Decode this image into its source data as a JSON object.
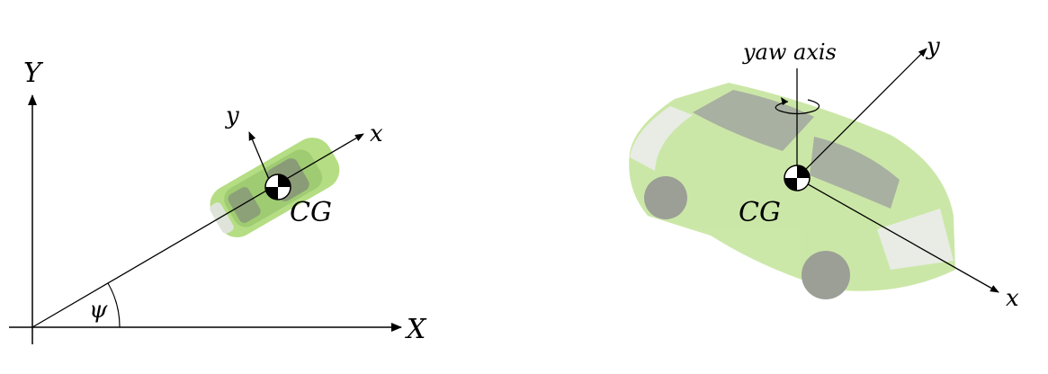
{
  "left_figure": {
    "global_x_label": "X",
    "global_y_label": "Y",
    "body_x_label": "x",
    "body_y_label": "y",
    "angle_label": "ψ",
    "cg_label": "CG"
  },
  "right_figure": {
    "yaw_axis_label": "yaw axis",
    "body_x_label": "x",
    "body_y_label": "y",
    "cg_label": "CG"
  },
  "colors": {
    "car_body": "#a9d86e",
    "car_body_dark": "#8fc45a",
    "car_window": "#6f7c63",
    "car_panel": "#d9e0d4",
    "line": "#000000"
  }
}
